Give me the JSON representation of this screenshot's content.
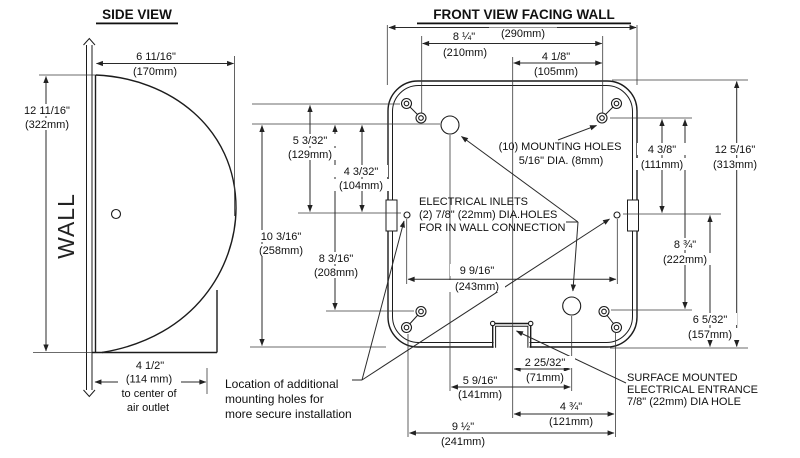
{
  "side_view": {
    "title": "SIDE VIEW",
    "wall_label": "WALL",
    "dim_depth": {
      "in": "6 11/16\"",
      "mm": "(170mm)"
    },
    "dim_height": {
      "in": "12 11/16\"",
      "mm": "(322mm)"
    },
    "dim_outlet": {
      "in": "4 1/2\"",
      "mm": "(114 mm)",
      "note1": "to center of",
      "note2": "air outlet"
    }
  },
  "front_view": {
    "title": "FRONT VIEW FACING WALL",
    "dim_width_mm": "(290mm)",
    "dim_210": {
      "in": "8 ¼\"",
      "mm": "(210mm)"
    },
    "dim_105": {
      "in": "4 1/8\"",
      "mm": "(105mm)"
    },
    "dim_129": {
      "in": "5 3/32\"",
      "mm": "(129mm)"
    },
    "dim_104": {
      "in": "4 3/32\"",
      "mm": "(104mm)"
    },
    "dim_258": {
      "in": "10 3/16\"",
      "mm": "(258mm)"
    },
    "dim_208": {
      "in": "8 3/16\"",
      "mm": "(208mm)"
    },
    "dim_111": {
      "in": "4 3/8\"",
      "mm": "(111mm)"
    },
    "dim_313": {
      "in": "12 5/16\"",
      "mm": "(313mm)"
    },
    "dim_222": {
      "in": "8 ¾\"",
      "mm": "(222mm)"
    },
    "dim_157": {
      "in": "6 5/32\"",
      "mm": "(157mm)"
    },
    "dim_243": {
      "in": "9 9/16\"",
      "mm": "(243mm)"
    },
    "dim_71": {
      "in": "2 25/32\"",
      "mm": "(71mm)"
    },
    "dim_141": {
      "in": "5 9/16\"",
      "mm": "(141mm)"
    },
    "dim_121": {
      "in": "4 ¾\"",
      "mm": "(121mm)"
    },
    "dim_241": {
      "in": "9 ½\"",
      "mm": "(241mm)"
    },
    "note_mounting": [
      "(10) MOUNTING HOLES",
      "5/16\" DIA. (8mm)"
    ],
    "note_inlets": [
      "ELECTRICAL INLETS",
      "(2) 7/8\" (22mm) DIA.HOLES",
      "FOR IN WALL CONNECTION"
    ],
    "note_surface": [
      "SURFACE MOUNTED",
      "ELECTRICAL ENTRANCE",
      "7/8\" (22mm) DIA HOLE"
    ],
    "note_additional": [
      "Location of additional",
      "mounting holes for",
      "more secure installation"
    ]
  }
}
